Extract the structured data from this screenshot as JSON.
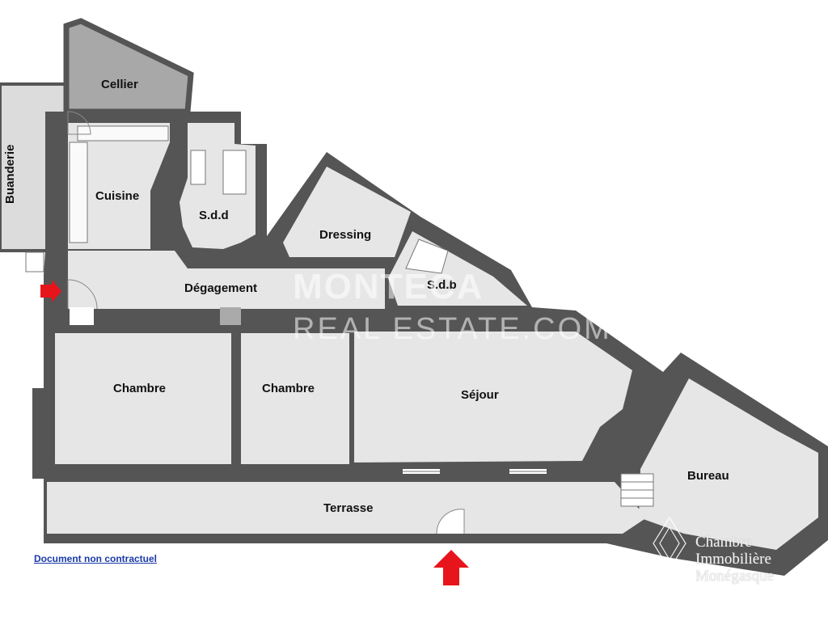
{
  "rooms": {
    "cellier": "Cellier",
    "buanderie": "Buanderie",
    "cuisine": "Cuisine",
    "sdd": "S.d.d",
    "dressing": "Dressing",
    "degagement": "Dégagement",
    "sdb": "S.d.b",
    "chambre_1": "Chambre",
    "chambre_2": "Chambre",
    "sejour": "Séjour",
    "bureau": "Bureau",
    "terrasse": "Terrasse"
  },
  "disclaimer": "Document non contractuel",
  "watermark": {
    "main": "MONTECA",
    "sub": "REAL ESTATE.COM"
  },
  "brand": {
    "line1": "Chambre",
    "line2": "Immobilière",
    "line3": "Monégasque"
  },
  "colors": {
    "wall": "#555555",
    "floor": "#e6e6e6",
    "cellier_floor": "#a8a8a8",
    "entry_arrow": "#e8141b",
    "disclaimer_link": "#1a3aa8"
  },
  "icons": [
    "entry-arrow-icon",
    "door-swing-icon",
    "staircase-icon",
    "brand-logo-icon"
  ]
}
